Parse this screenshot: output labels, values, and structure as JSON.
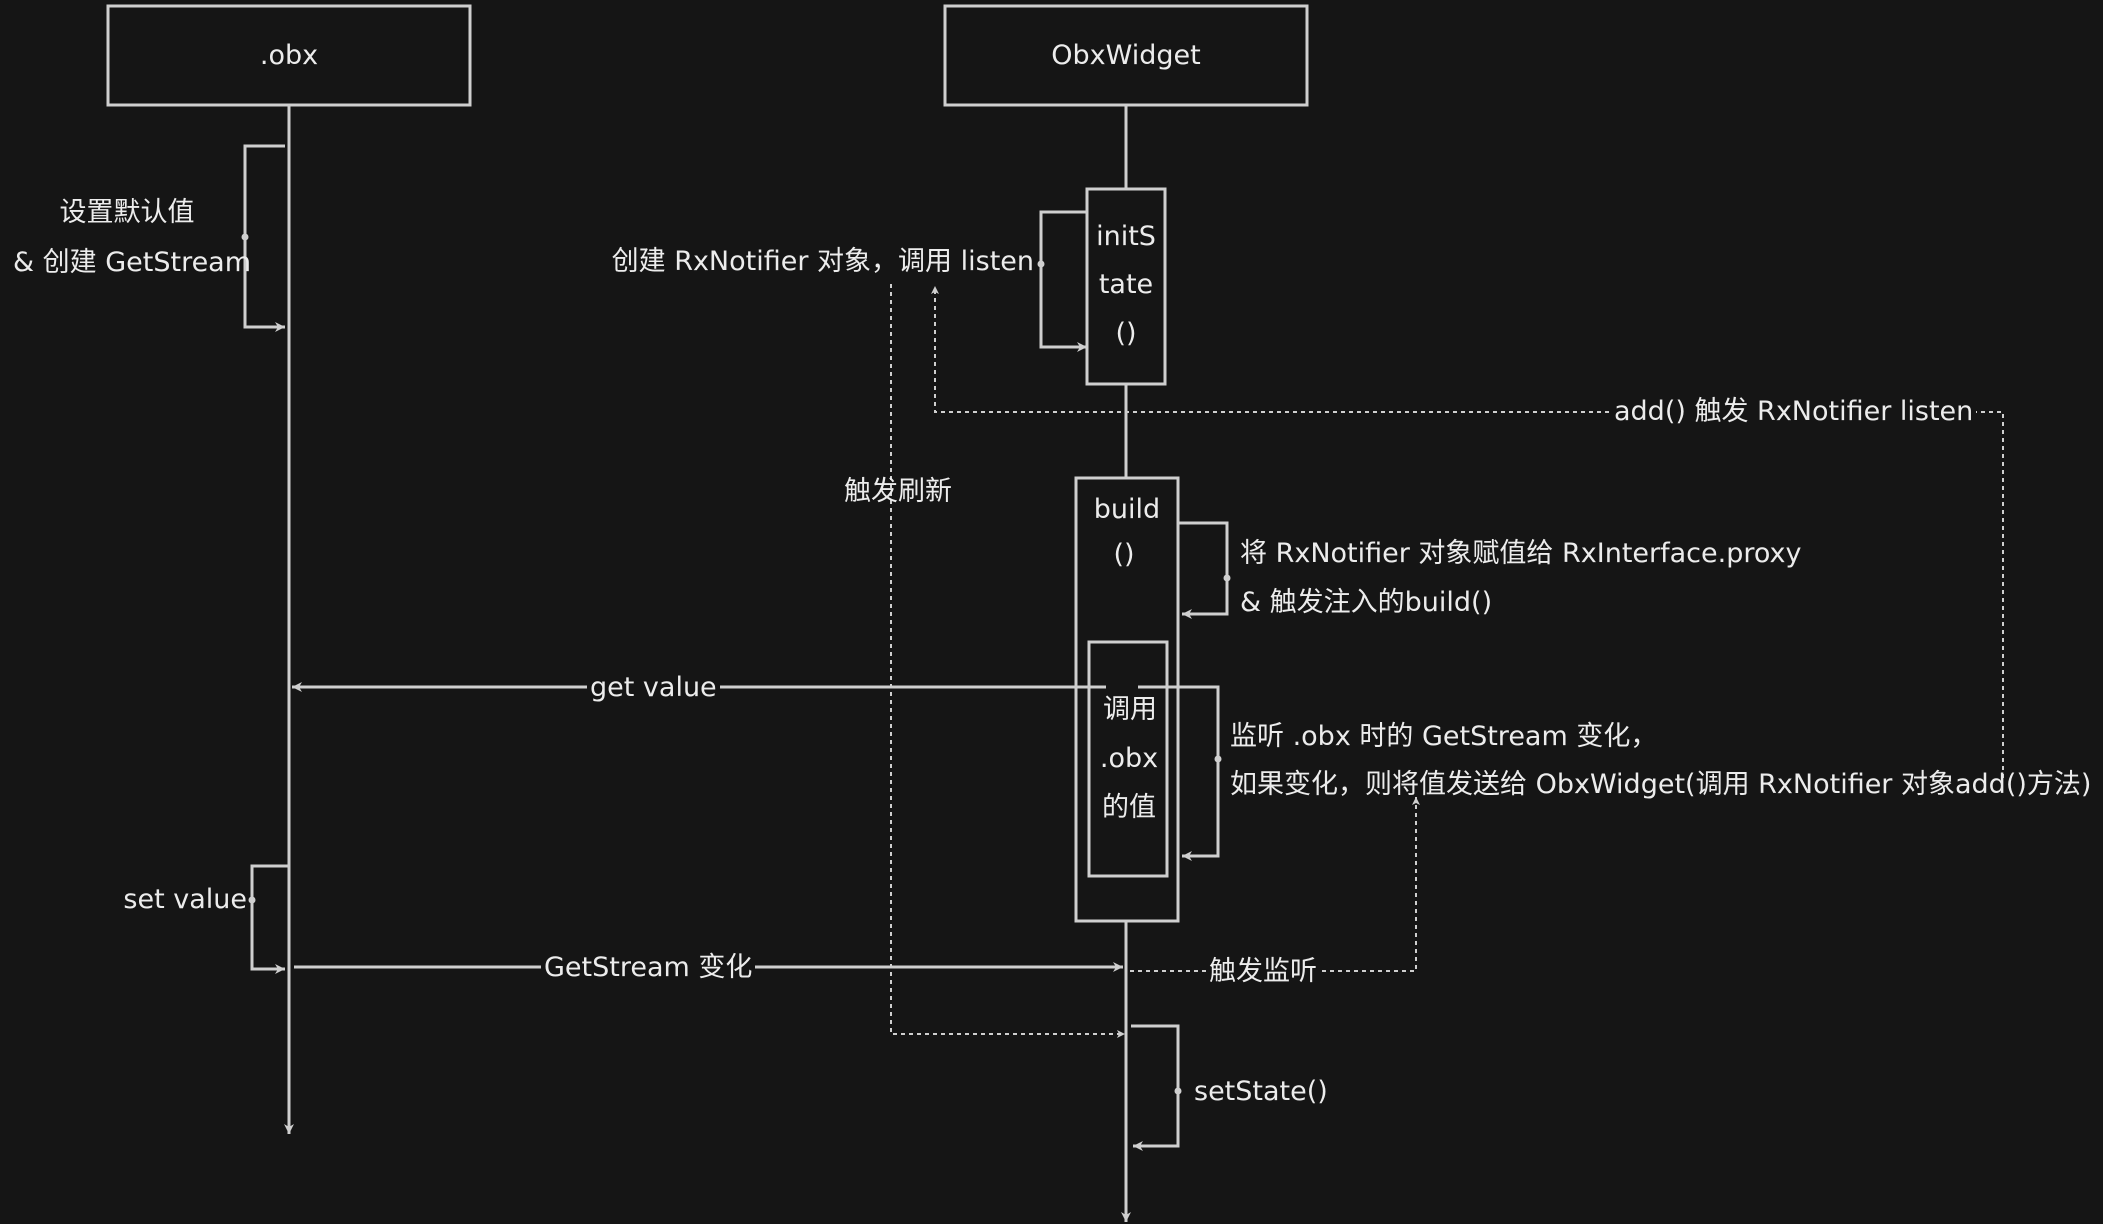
{
  "colors": {
    "background": "#151515",
    "line": "#cfcfcf",
    "text": "#ececec"
  },
  "participants": {
    "obx": ".obx",
    "widget": "ObxWidget"
  },
  "activations": {
    "init_state": [
      "initS",
      "tate",
      "()"
    ],
    "build": [
      "build",
      "()"
    ],
    "call_obx_value": [
      "调用",
      ".obx",
      "的值"
    ]
  },
  "notes": {
    "set_default_line1": "设置默认值",
    "set_default_line2": "& 创建 GetStream",
    "create_rxnotifier": "创建 RxNotifier 对象，调用 listen",
    "trigger_refresh": "触发刷新",
    "assign_proxy_line1": "将 RxNotifier 对象赋值给 RxInterface.proxy",
    "assign_proxy_line2": "& 触发注入的build()",
    "listen_line1": "监听 .obx 时的 GetStream 变化，",
    "listen_line2": "如果变化，则将值发送给 ObxWidget(调用 RxNotifier 对象add()方法)",
    "set_value": "set value",
    "set_state": "setState()"
  },
  "messages": {
    "get_value": "get value",
    "getstream_change": "GetStream 变化",
    "trigger_listen": "触发监听",
    "add_trigger": "add() 触发 RxNotifier listen"
  }
}
